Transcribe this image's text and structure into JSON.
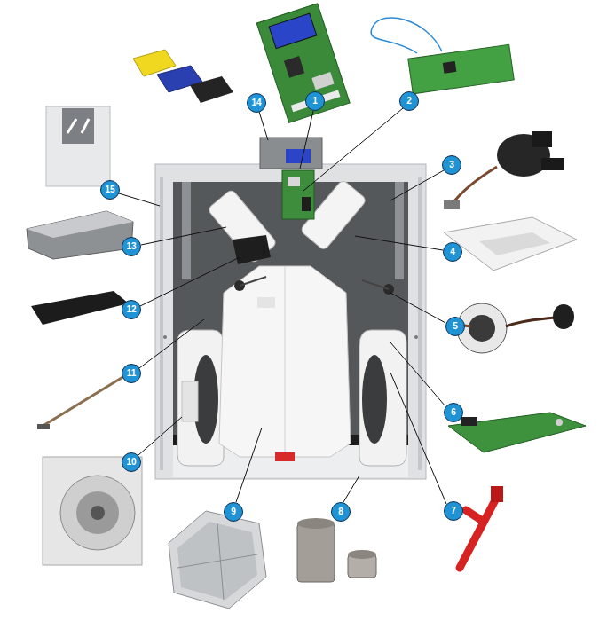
{
  "diagram": {
    "nodes": [
      {
        "text": [
          "14"
        ]
      },
      {
        "text": [
          "1"
        ]
      },
      {
        "text": [
          "2"
        ]
      },
      {
        "text": [
          "3"
        ]
      },
      {
        "text": [
          "15"
        ]
      },
      {
        "text": [
          "13"
        ]
      },
      {
        "text": [
          "4"
        ]
      },
      {
        "text": [
          "12"
        ]
      },
      {
        "text": [
          "5"
        ]
      },
      {
        "text": [
          "11"
        ]
      },
      {
        "text": [
          "6"
        ]
      },
      {
        "text": [
          "10"
        ]
      },
      {
        "text": [
          "9"
        ]
      },
      {
        "text": [
          "8"
        ]
      },
      {
        "text": [
          "7"
        ]
      }
    ]
  }
}
